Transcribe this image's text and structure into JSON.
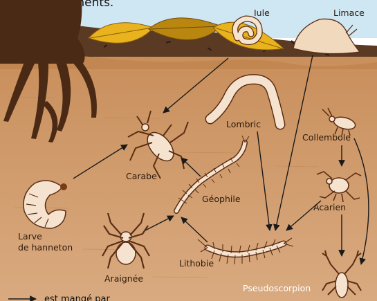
{
  "heading_fragment": "Figure & éléments.",
  "legend": {
    "arrow_meaning": "est mangé par"
  },
  "organisms": {
    "iule": "Iule",
    "limace": "Limace",
    "carabe": "Carabe",
    "lombric": "Lombric",
    "collembole": "Collembole",
    "larve_line1": "Larve",
    "larve_line2": "de hanneton",
    "geophile": "Géophile",
    "acarien": "Acarien",
    "araignee": "Araignée",
    "lithobie": "Lithobie",
    "pseudoscorpion": "Pseudoscorpion"
  },
  "colors": {
    "sky": "#cfe6f3",
    "litter": "#5a3a22",
    "soil": "#cf9d6e",
    "soil_dark": "#c08a57",
    "root": "#4a2a14",
    "leaf_yellow": "#e8b31c",
    "leaf_brown": "#b9860f",
    "animal_fill": "#f6e3cf",
    "animal_stroke": "#5a2e14",
    "arrow": "#1a1a1a"
  }
}
